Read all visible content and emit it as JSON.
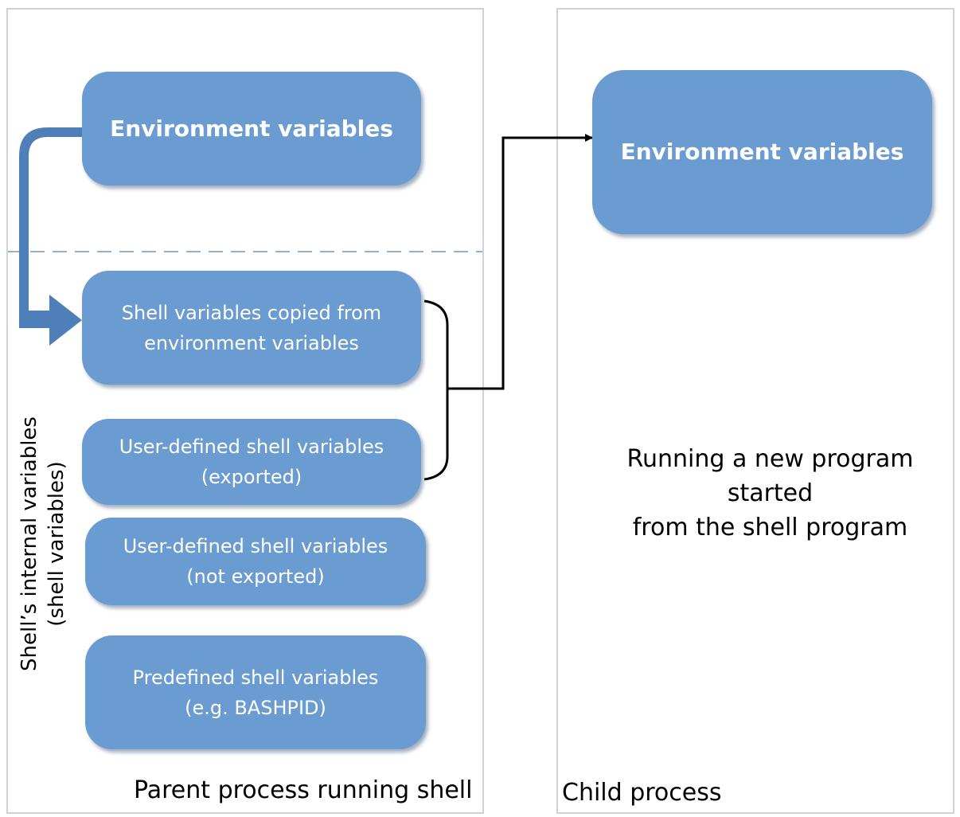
{
  "parent": {
    "caption": "Parent process running shell",
    "env_box": "Environment variables",
    "copied_box": "Shell variables copied from\nenvironment variables",
    "exported_box": "User-defined shell variables\n(exported)",
    "not_exported_box": "User-defined shell variables\n(not exported)",
    "predefined_box": "Predefined shell variables\n(e.g. BASHPID)",
    "vertical_label": "Shell’s internal variables\n(shell variables)"
  },
  "child": {
    "caption": "Child process",
    "env_box": "Environment variables",
    "description": "Running a new program\nstarted\nfrom the shell program"
  },
  "colors": {
    "box_fill": "#6a9bd1",
    "copy_arrow": "#4f7fb9",
    "divider": "#8fb2dc",
    "connector": "#000000"
  }
}
